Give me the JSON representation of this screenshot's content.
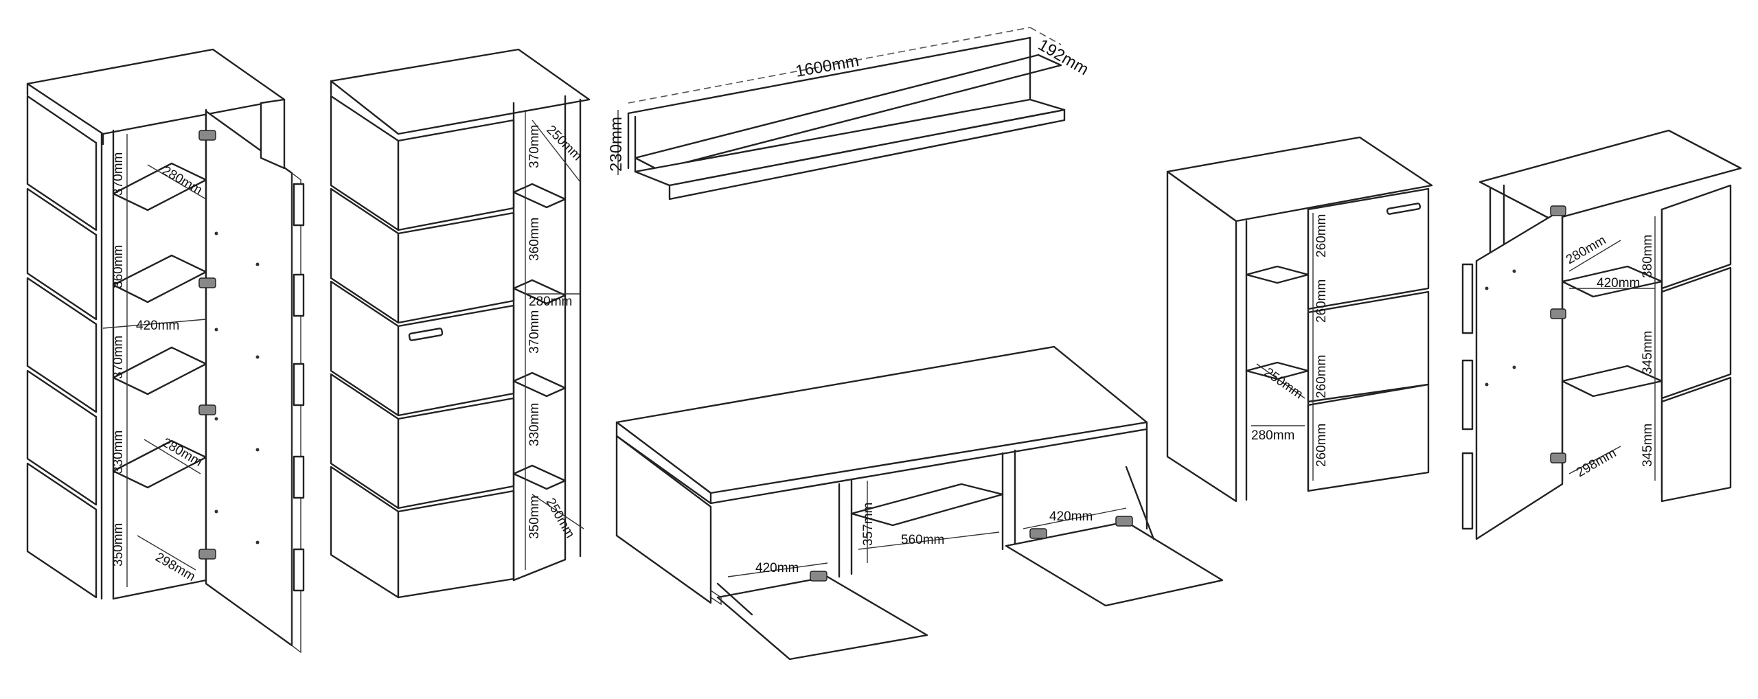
{
  "dimensions": {
    "shelf_length": "1600mm",
    "shelf_depth": "192mm",
    "shelf_height": "230mm",
    "c1_h1": "370mm",
    "c1_h2": "360mm",
    "c1_h3": "370mm",
    "c1_h4": "330mm",
    "c1_h5": "350mm",
    "c1_d1": "280mm",
    "c1_d2": "280mm",
    "c1_d3": "298mm",
    "c1_w": "420mm",
    "c2_h1": "370mm",
    "c2_h2": "360mm",
    "c2_h3": "370mm",
    "c2_h4": "330mm",
    "c2_h5": "350mm",
    "c2_d1": "250mm",
    "c2_d2": "280mm",
    "c2_d3": "250mm",
    "tv_h": "357mm",
    "tv_w_mid": "560mm",
    "tv_w_left": "420mm",
    "tv_w_right": "420mm",
    "c3_h1": "260mm",
    "c3_h2": "260mm",
    "c3_h3": "260mm",
    "c3_h4": "260mm",
    "c3_d1": "250mm",
    "c3_d2": "280mm",
    "c4_h1": "380mm",
    "c4_h2": "345mm",
    "c4_h3": "345mm",
    "c4_d1": "280mm",
    "c4_w": "420mm",
    "c4_d2": "298mm"
  }
}
